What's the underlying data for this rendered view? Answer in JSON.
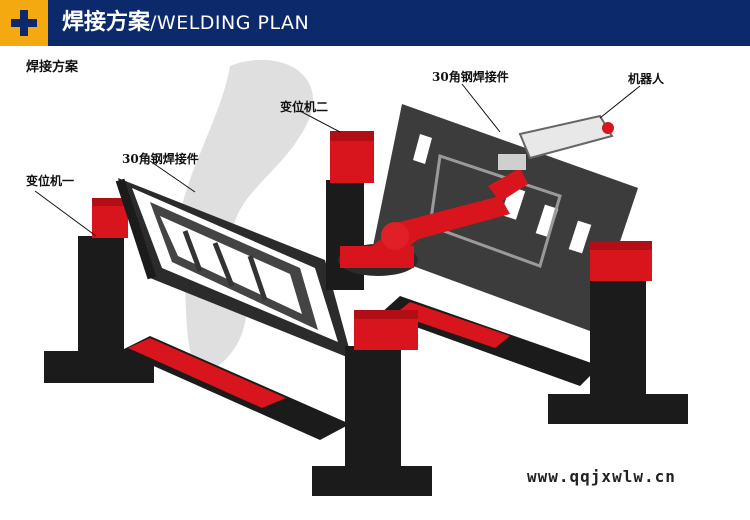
{
  "header": {
    "title_cn": "焊接方案",
    "title_en": "/WELDING PLAN",
    "icon": "plus-icon",
    "bg_color": "#0c2a6b",
    "accent_color": "#f3a90f"
  },
  "section_label": "焊接方案",
  "labels": {
    "positioner_one": "变位机一",
    "positioner_two": "变位机二",
    "workpiece_left": "30角钢焊接件",
    "workpiece_right": "30角钢焊接件",
    "robot": "机器人"
  },
  "watermark": "www.qqjxwlw.cn",
  "colors": {
    "frame_black": "#1b1b1b",
    "robot_red": "#d8141c",
    "plate_gray": "#3c3c3c"
  }
}
